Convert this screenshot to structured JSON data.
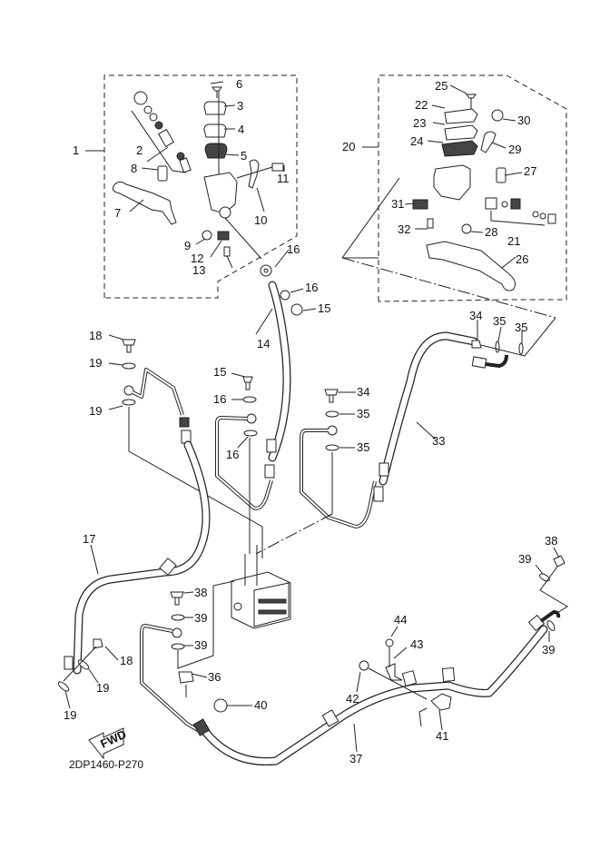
{
  "diagram": {
    "title": "Front brake master cylinders and brake hoses (ABS)",
    "drawing_code": "2DP1460-P270",
    "direction_marker": "FWD",
    "callouts": [
      "1",
      "2",
      "3",
      "4",
      "5",
      "6",
      "7",
      "8",
      "9",
      "10",
      "11",
      "12",
      "13",
      "14",
      "15",
      "16",
      "17",
      "18",
      "19",
      "20",
      "21",
      "22",
      "23",
      "24",
      "25",
      "26",
      "27",
      "28",
      "29",
      "30",
      "31",
      "32",
      "33",
      "34",
      "35",
      "36",
      "37",
      "38",
      "39",
      "40",
      "41",
      "42",
      "43",
      "44"
    ],
    "labels": {
      "c1": "1",
      "c2": "2",
      "c3": "3",
      "c4": "4",
      "c5": "5",
      "c6": "6",
      "c7": "7",
      "c8": "8",
      "c9": "9",
      "c10": "10",
      "c11": "11",
      "c12": "12",
      "c13": "13",
      "c14": "14",
      "c15a": "15",
      "c15b": "15",
      "c16a": "16",
      "c16b": "16",
      "c16c": "16",
      "c16d": "16",
      "c17": "17",
      "c18a": "18",
      "c18b": "18",
      "c19a": "19",
      "c19b": "19",
      "c19c": "19",
      "c19d": "19",
      "c20": "20",
      "c21": "21",
      "c22": "22",
      "c23": "23",
      "c24": "24",
      "c25": "25",
      "c26": "26",
      "c27": "27",
      "c28": "28",
      "c29": "29",
      "c30": "30",
      "c31": "31",
      "c32": "32",
      "c33": "33",
      "c34a": "34",
      "c34b": "34",
      "c35a": "35",
      "c35b": "35",
      "c35c": "35",
      "c35d": "35",
      "c36": "36",
      "c37": "37",
      "c38a": "38",
      "c38b": "38",
      "c39a": "39",
      "c39b": "39",
      "c39c": "39",
      "c39d": "39",
      "c40": "40",
      "c41": "41",
      "c42": "42",
      "c43": "43",
      "c44": "44"
    }
  }
}
